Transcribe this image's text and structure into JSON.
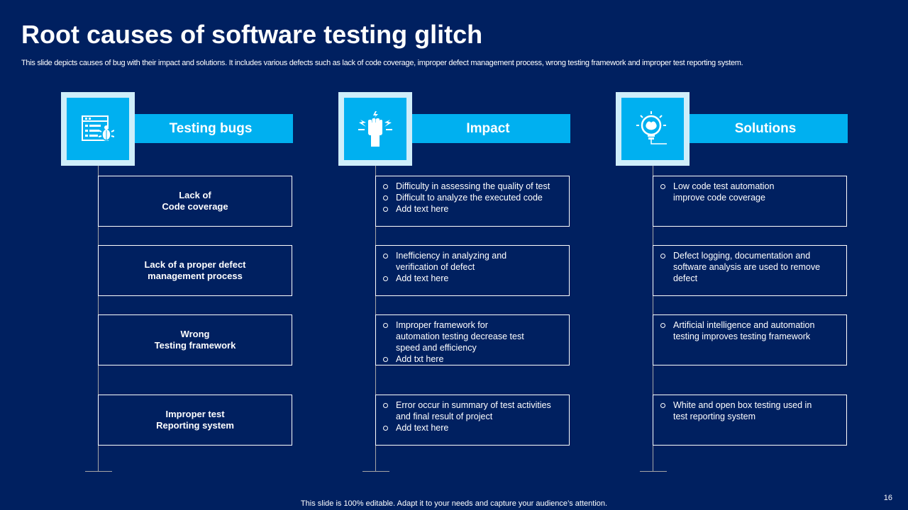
{
  "title": "Root causes of software testing glitch",
  "subtitle": "This slide depicts causes of bug with their impact and solutions. It includes various defects such as lack of code coverage, improper defect management process, wrong testing framework and improper test reporting system.",
  "columns": [
    {
      "header": "Testing bugs",
      "icon": "bug-report-icon",
      "cards": [
        {
          "lines": [
            "Lack of",
            "Code coverage"
          ]
        },
        {
          "lines": [
            "Lack of a proper defect",
            "management process"
          ]
        },
        {
          "lines": [
            "Wrong",
            "Testing framework"
          ]
        },
        {
          "lines": [
            "Improper test",
            "Reporting system"
          ]
        }
      ]
    },
    {
      "header": "Impact",
      "icon": "fist-impact-icon",
      "cards": [
        {
          "items": [
            "Difficulty in assessing the quality of test",
            "Difficult to analyze the executed code",
            "Add text here"
          ]
        },
        {
          "items": [
            "Inefficiency in analyzing and verification of defect",
            "Add text here"
          ]
        },
        {
          "items": [
            "Improper framework for automation testing decrease test speed and efficiency",
            "Add txt here"
          ]
        },
        {
          "items": [
            "Error occur in summary of test activities and final result of project",
            "Add text here"
          ]
        }
      ]
    },
    {
      "header": "Solutions",
      "icon": "lightbulb-brain-icon",
      "cards": [
        {
          "items": [
            "Low code test automation improve code coverage"
          ]
        },
        {
          "items": [
            "Defect logging, documentation and software analysis are used to remove defect"
          ]
        },
        {
          "items": [
            "Artificial intelligence and automation testing improves testing framework"
          ]
        },
        {
          "items": [
            "White and open box testing used in test reporting system"
          ]
        }
      ]
    }
  ],
  "footer": "This slide is 100% editable. Adapt it to your needs and capture your audience’s attention.",
  "page_number": "16",
  "colors": {
    "background": "#002060",
    "accent": "#00b0f0",
    "icon_frame": "#cfeefa"
  }
}
